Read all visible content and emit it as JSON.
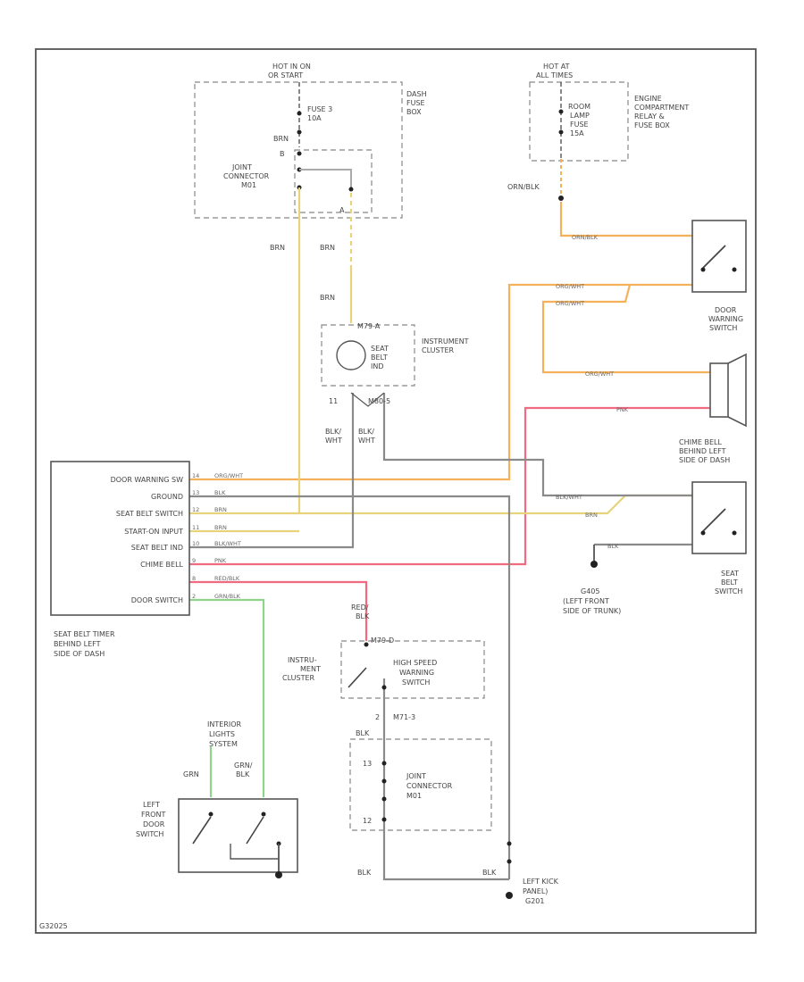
{
  "diagram": {
    "fuse_panel": {
      "hot_in": "HOT IN ON",
      "hot_in2": "OR START",
      "fuse": "FUSE 3",
      "fuse_amp": "10A",
      "panel": "DASH",
      "panel2": "FUSE",
      "panel3": "BOX",
      "wire_brn": "BRN",
      "joint": "JOINT",
      "joint2": "CONNECTOR",
      "joint3": "M01",
      "pin_b": "B",
      "pin_a": "A"
    },
    "engine_box": {
      "hot_at": "HOT AT",
      "hot_at2": "ALL TIMES",
      "fuse": "ROOM",
      "fuse2": "LAMP",
      "fuse3": "FUSE",
      "fuse4": "15A",
      "box": "ENGINE",
      "box2": "COMPARTMENT",
      "box3": "RELAY &",
      "box4": "FUSE BOX",
      "wire": "ORN/BLK"
    },
    "cluster": {
      "wire_a": "BRN",
      "wire_b": "BRN",
      "wire_c": "BRN",
      "connector": "M79-A",
      "ind": "SEAT",
      "ind2": "BELT",
      "ind3": "IND",
      "label": "INSTRUMENT",
      "label2": "CLUSTER",
      "pin_11": "11",
      "pin_m": "M80-5",
      "out_a": "BLK/",
      "out_a2": "WHT",
      "out_b": "BLK/",
      "out_b2": "WHT"
    },
    "timer": {
      "pins": [
        {
          "label": "DOOR WARNING SW",
          "num": "14",
          "wire": "ORG/WHT"
        },
        {
          "label": "GROUND",
          "num": "13",
          "wire": "BLK"
        },
        {
          "label": "SEAT BELT SWITCH",
          "num": "12",
          "wire": "BRN"
        },
        {
          "label": "START-ON INPUT",
          "num": "11",
          "wire": "BRN"
        },
        {
          "label": "SEAT BELT IND",
          "num": "10",
          "wire": "BLK/WHT"
        },
        {
          "label": "CHIME BELL",
          "num": "9",
          "wire": "PNK"
        },
        {
          "label": "",
          "num": "8",
          "wire": "RED/BLK"
        },
        {
          "label": "DOOR SWITCH",
          "num": "2",
          "wire": "GRN/BLK"
        }
      ],
      "caption": "SEAT BELT TIMER",
      "caption2": "BEHIND LEFT",
      "caption3": "SIDE OF DASH"
    },
    "door_warning": {
      "wire_top": "ORN/BLK",
      "wire_a": "ORG/WHT",
      "wire_b": "ORG/WHT",
      "label": "DOOR",
      "label2": "WARNING",
      "label3": "SWITCH"
    },
    "chime": {
      "wire_top": "ORG/WHT",
      "wire_bottom": "PNK",
      "label": "CHIME BELL",
      "label2": "BEHIND LEFT",
      "label3": "SIDE OF DASH"
    },
    "seat_belt_switch": {
      "wire_top": "BLK/WHT",
      "wire_mid": "BRN",
      "wire_bottom": "BLK",
      "label": "SEAT",
      "label2": "BELT",
      "label3": "SWITCH",
      "ground": "G405",
      "ground2": "(LEFT FRONT",
      "ground3": "SIDE OF TRUNK)"
    },
    "lower_cluster": {
      "wire_top": "RED/",
      "wire_top2": "BLK",
      "connector": "M79-D",
      "label": "INSTRU-",
      "label2": "MENT",
      "label3": "CLUSTER",
      "switch": "HIGH SPEED",
      "switch2": "WARNING",
      "switch3": "SWITCH",
      "pin": "2",
      "pin_conn": "M71-3",
      "wire": "BLK",
      "joint": "JOINT",
      "joint2": "CONNECTOR",
      "joint3": "M01",
      "pin_13": "13",
      "pin_12": "12",
      "wire_bottom": "BLK",
      "wire_bottom2": "BLK",
      "ground": "LEFT KICK",
      "ground2": "PANEL)",
      "ground3": "G201"
    },
    "door_switch": {
      "interior": "INTERIOR",
      "interior2": "LIGHTS",
      "interior3": "SYSTEM",
      "wire_a": "GRN",
      "wire_b": "GRN/",
      "wire_b2": "BLK",
      "label": "LEFT",
      "label2": "FRONT",
      "label3": "DOOR",
      "label4": "SWITCH"
    },
    "footer_code": "G32025",
    "colors": {
      "orange": "#f5b05a",
      "yellow": "#e8d27a",
      "gray": "#8a8a8a",
      "red": "#f06a80",
      "green": "#8fd48a"
    }
  }
}
